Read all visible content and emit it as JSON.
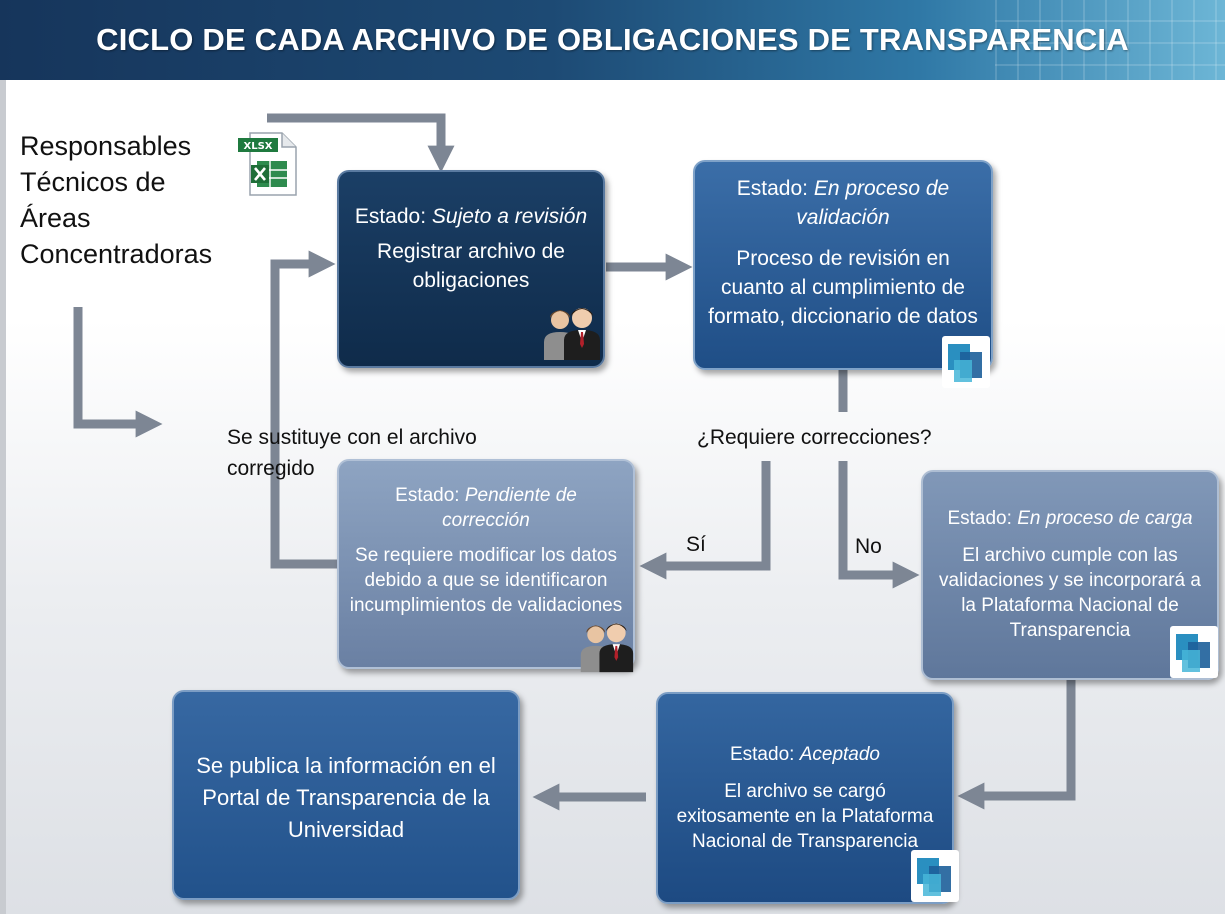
{
  "title": "CICLO DE CADA ARCHIVO DE OBLIGACIONES DE TRANSPARENCIA",
  "actor": {
    "lines": [
      "Responsables",
      "Técnicos de",
      "Áreas",
      "Concentradoras"
    ]
  },
  "file_icon": {
    "label": "XLSX",
    "icon": "excel-file-icon"
  },
  "nodes": {
    "sujeto": {
      "state_prefix": "Estado: ",
      "state_name": "Sujeto a revisión",
      "desc": "Registrar archivo de obligaciones",
      "icon": "people-icon"
    },
    "validacion": {
      "state_prefix": "Estado: ",
      "state_name": "En proceso de validación",
      "desc": "Proceso de revisión en cuanto al cumplimiento de formato, diccionario de datos",
      "icon": "cube-logo-icon"
    },
    "pendiente": {
      "state_prefix": "Estado: ",
      "state_name": "Pendiente de corrección",
      "desc": "Se requiere modificar los datos debido a que se identificaron incumplimientos de validaciones",
      "icon": "people-icon"
    },
    "carga": {
      "state_prefix": "Estado: ",
      "state_name": "En proceso de carga",
      "desc": "El archivo cumple con las validaciones y se incorporará a la Plataforma Nacional de Transparencia",
      "icon": "cube-logo-icon"
    },
    "aceptado": {
      "state_prefix": "Estado: ",
      "state_name": "Aceptado",
      "desc": "El archivo se cargó exitosamente en la Plataforma Nacional de Transparencia",
      "icon": "cube-logo-icon"
    },
    "publica": {
      "desc": "Se publica la información en el Portal de Transparencia de la Universidad"
    }
  },
  "labels": {
    "sustituye": "Se sustituye con el archivo corregido",
    "requiere": "¿Requiere correcciones?",
    "si": "Sí",
    "no": "No"
  },
  "colors": {
    "arrow": "#7d8694",
    "header_start": "#16355b",
    "header_end": "#6db6d6",
    "dark_box": "#0f2b4a",
    "mid_box": "#1f4e86",
    "light_box": "#6a80a3"
  }
}
